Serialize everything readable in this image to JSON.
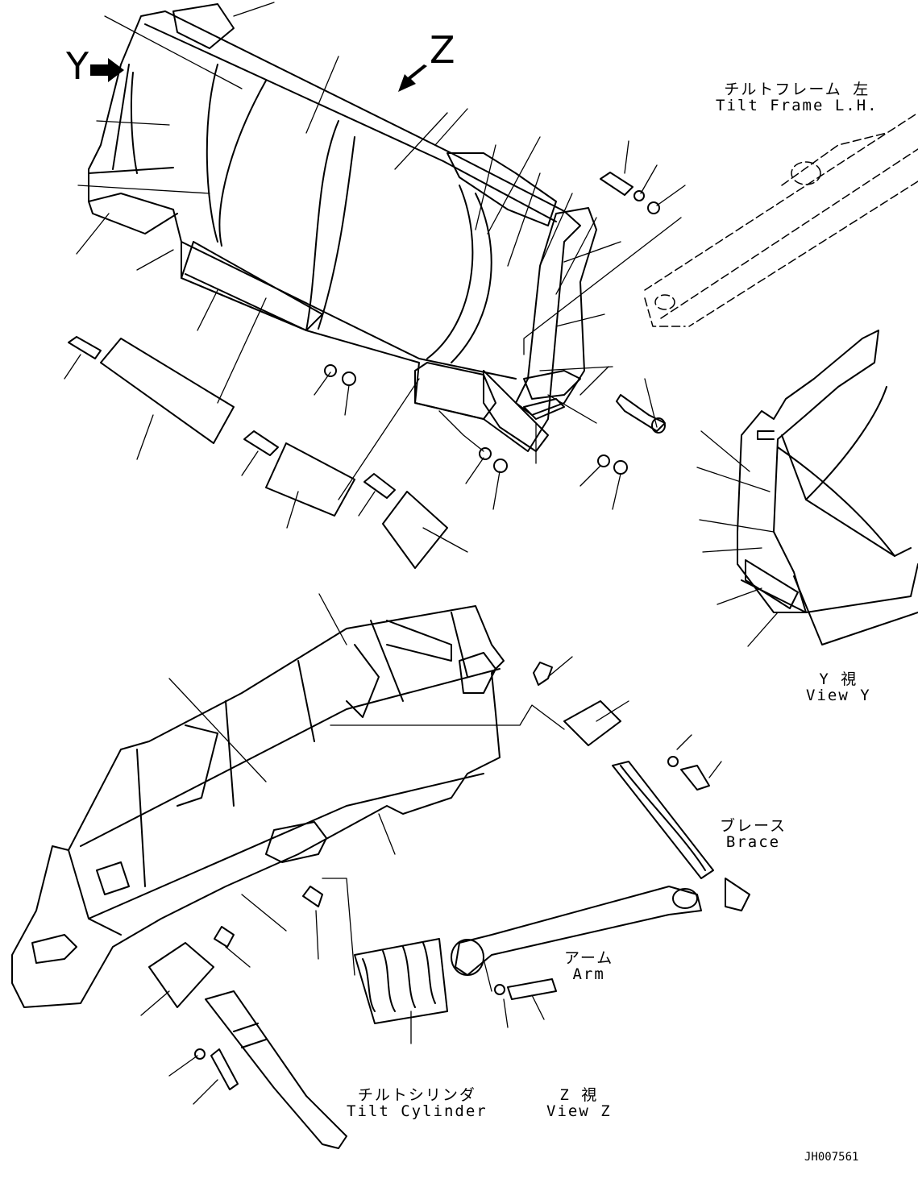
{
  "view_markers": {
    "y": "Y",
    "z": "Z"
  },
  "labels": {
    "tilt_frame": {
      "jp": "チルトフレーム 左",
      "en": "Tilt Frame L.H."
    },
    "view_y": {
      "jp": "Y 視",
      "en": "View Y"
    },
    "brace": {
      "jp": "ブレース",
      "en": "Brace"
    },
    "arm": {
      "jp": "アーム",
      "en": "Arm"
    },
    "tilt_cylinder": {
      "jp": "チルトシリンダ",
      "en": "Tilt Cylinder"
    },
    "view_z": {
      "jp": "Z 視",
      "en": "View Z"
    }
  },
  "drawing_code": "JH007561",
  "colors": {
    "line": "#000000",
    "background": "#ffffff"
  }
}
